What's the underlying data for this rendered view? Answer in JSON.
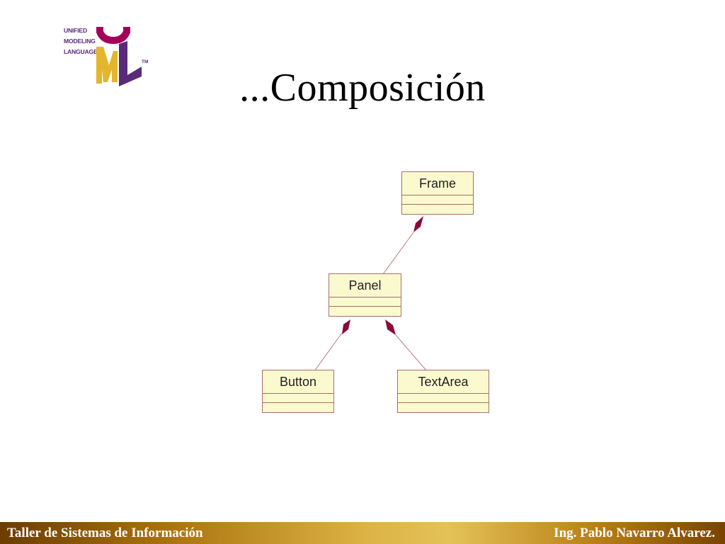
{
  "logo": {
    "lines": [
      "UNIFIED",
      "MODELING",
      "LANGUAGE"
    ],
    "trademark": "TM",
    "colors": {
      "purple": "#5a2a7a",
      "gold": "#e3b62d",
      "magenta": "#a4005a"
    }
  },
  "slide": {
    "title": "...Composición"
  },
  "diagram": {
    "classes": {
      "frame": "Frame",
      "panel": "Panel",
      "button": "Button",
      "textarea": "TextArea"
    },
    "relationships": [
      {
        "whole": "Frame",
        "part": "Panel",
        "kind": "composition"
      },
      {
        "whole": "Panel",
        "part": "Button",
        "kind": "composition"
      },
      {
        "whole": "Panel",
        "part": "TextArea",
        "kind": "composition"
      }
    ],
    "colors": {
      "box_fill": "#fbfacf",
      "box_border": "#a86e6e",
      "diamond": "#8b0a3c"
    }
  },
  "footer": {
    "left": "Taller de Sistemas de Información",
    "right": "Ing. Pablo Navarro Alvarez."
  }
}
